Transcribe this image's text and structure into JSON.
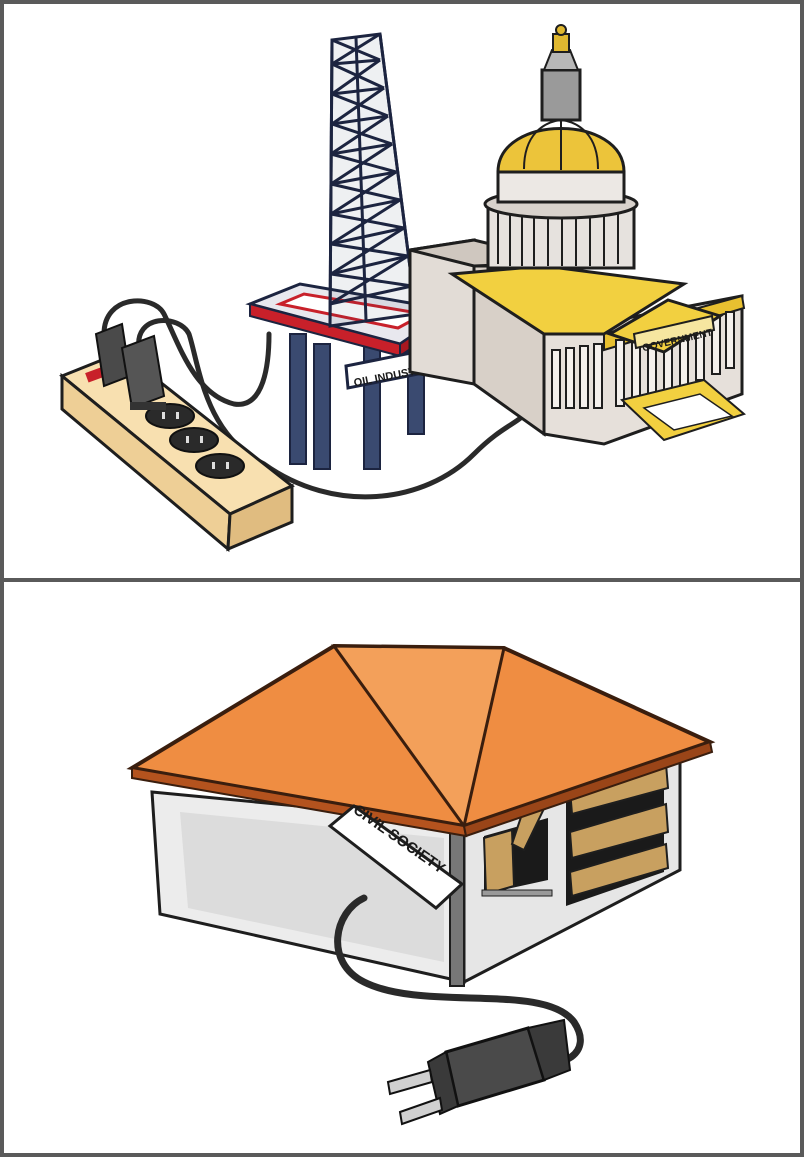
{
  "panels": {
    "top": {
      "labels": {
        "oil": "OIL INDUSTRY",
        "government": "GOVERNMENT"
      }
    },
    "bottom": {
      "labels": {
        "house": "CIVIL SOCIETY"
      }
    }
  },
  "colors": {
    "frame": "#5a5a5a",
    "tower": "#2c3a5a",
    "platform_red": "#c8202a",
    "dome_gold": "#e8c030",
    "roof_orange": "#ee8a40",
    "plank_tan": "#c8a060",
    "powerstrip": "#f4d9a4",
    "cord": "#2a2a2a"
  },
  "icons": [
    "power-strip-icon",
    "plug-icon",
    "oil-rig-icon",
    "capitol-building-icon",
    "house-icon",
    "unplugged-plug-icon"
  ]
}
